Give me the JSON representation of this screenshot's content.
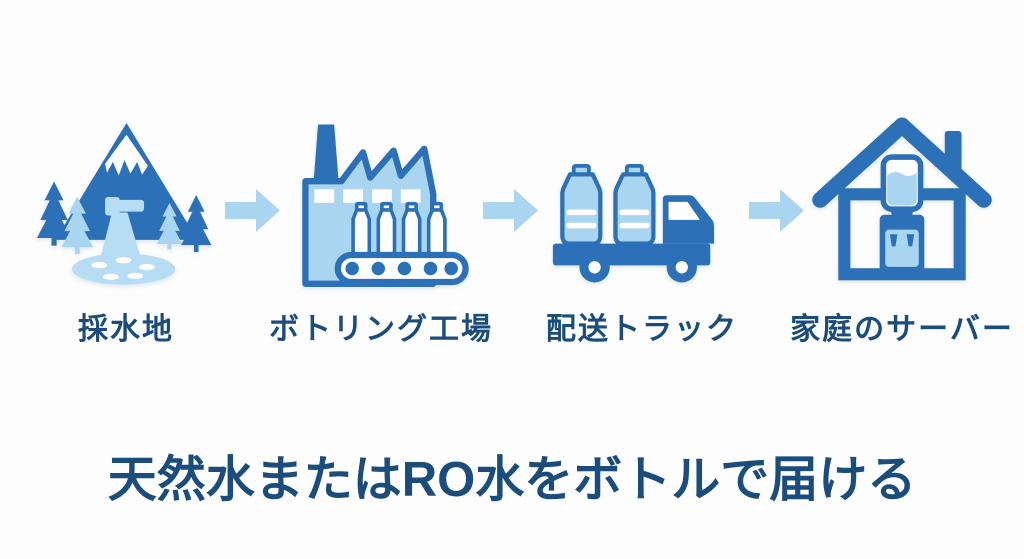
{
  "title": "天然水またはRO水をボトルで届ける",
  "flow": {
    "stations": [
      {
        "label": "採水地",
        "icon": "mountain-spring-icon"
      },
      {
        "label": "ボトリング工場",
        "icon": "bottling-factory-icon"
      },
      {
        "label": "配送トラック",
        "icon": "delivery-truck-icon"
      },
      {
        "label": "家庭のサーバー",
        "icon": "home-water-server-icon"
      }
    ],
    "arrow_icon": "right-arrow-icon",
    "arrow_count": 3
  },
  "colors": {
    "primary_blue": "#2c71b7",
    "light_blue": "#a9d5f1",
    "soft_blue": "#b7ddf4",
    "text_navy": "#1b4d7c",
    "background": "#fdfdfd",
    "white": "#ffffff"
  }
}
